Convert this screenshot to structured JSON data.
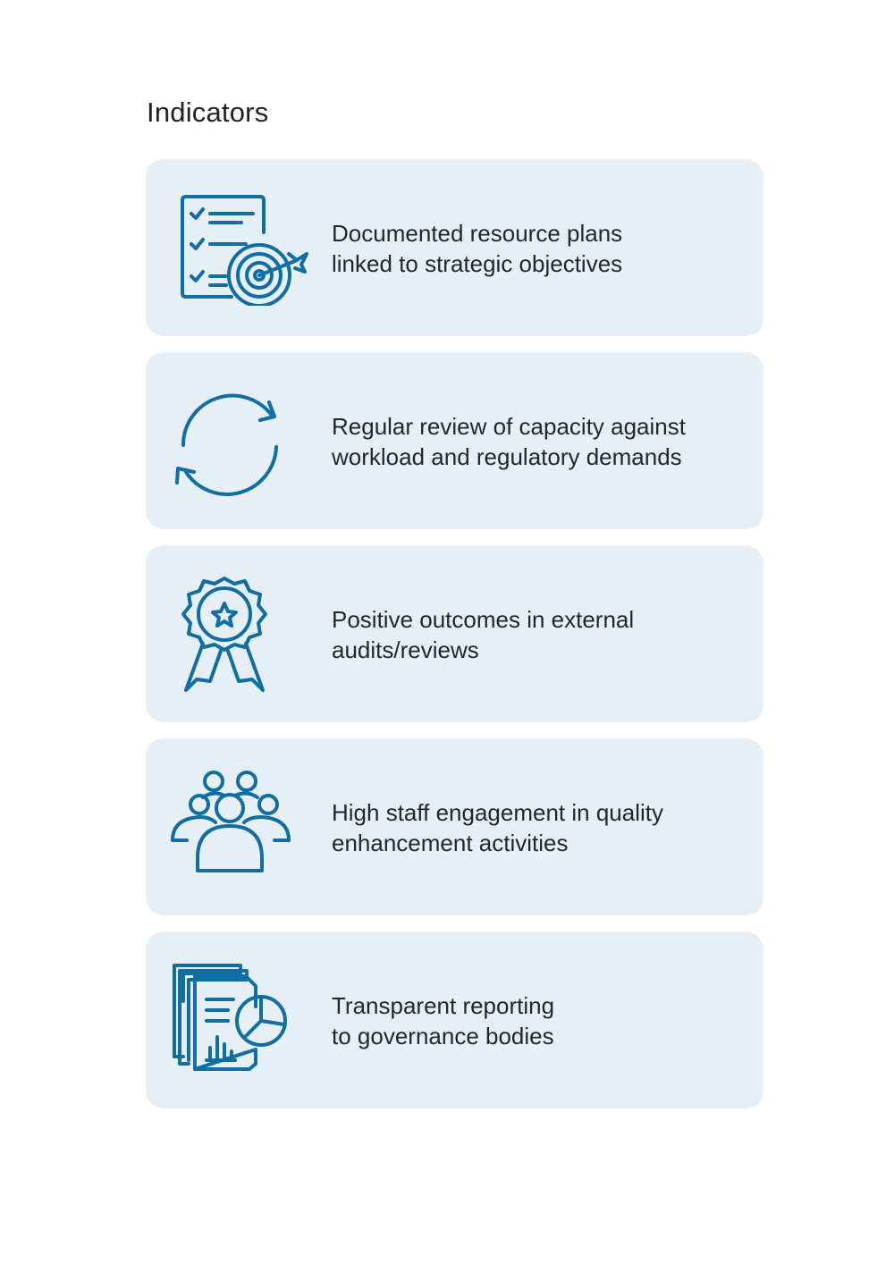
{
  "page": {
    "title": "Indicators"
  },
  "colors": {
    "card_background": "#e6eff5",
    "icon_stroke": "#0f6ea3",
    "text": "#1f2632"
  },
  "cards": [
    {
      "icon": "checklist-target-icon",
      "text": "Documented resource plans\nlinked to strategic objectives"
    },
    {
      "icon": "refresh-cycle-icon",
      "text": "Regular review of capacity against\nworkload and regulatory demands"
    },
    {
      "icon": "award-ribbon-icon",
      "text": "Positive outcomes in external\naudits/reviews"
    },
    {
      "icon": "team-people-icon",
      "text": "High staff engagement in quality\nenhancement activities"
    },
    {
      "icon": "report-documents-icon",
      "text": "Transparent reporting\nto governance bodies"
    }
  ]
}
